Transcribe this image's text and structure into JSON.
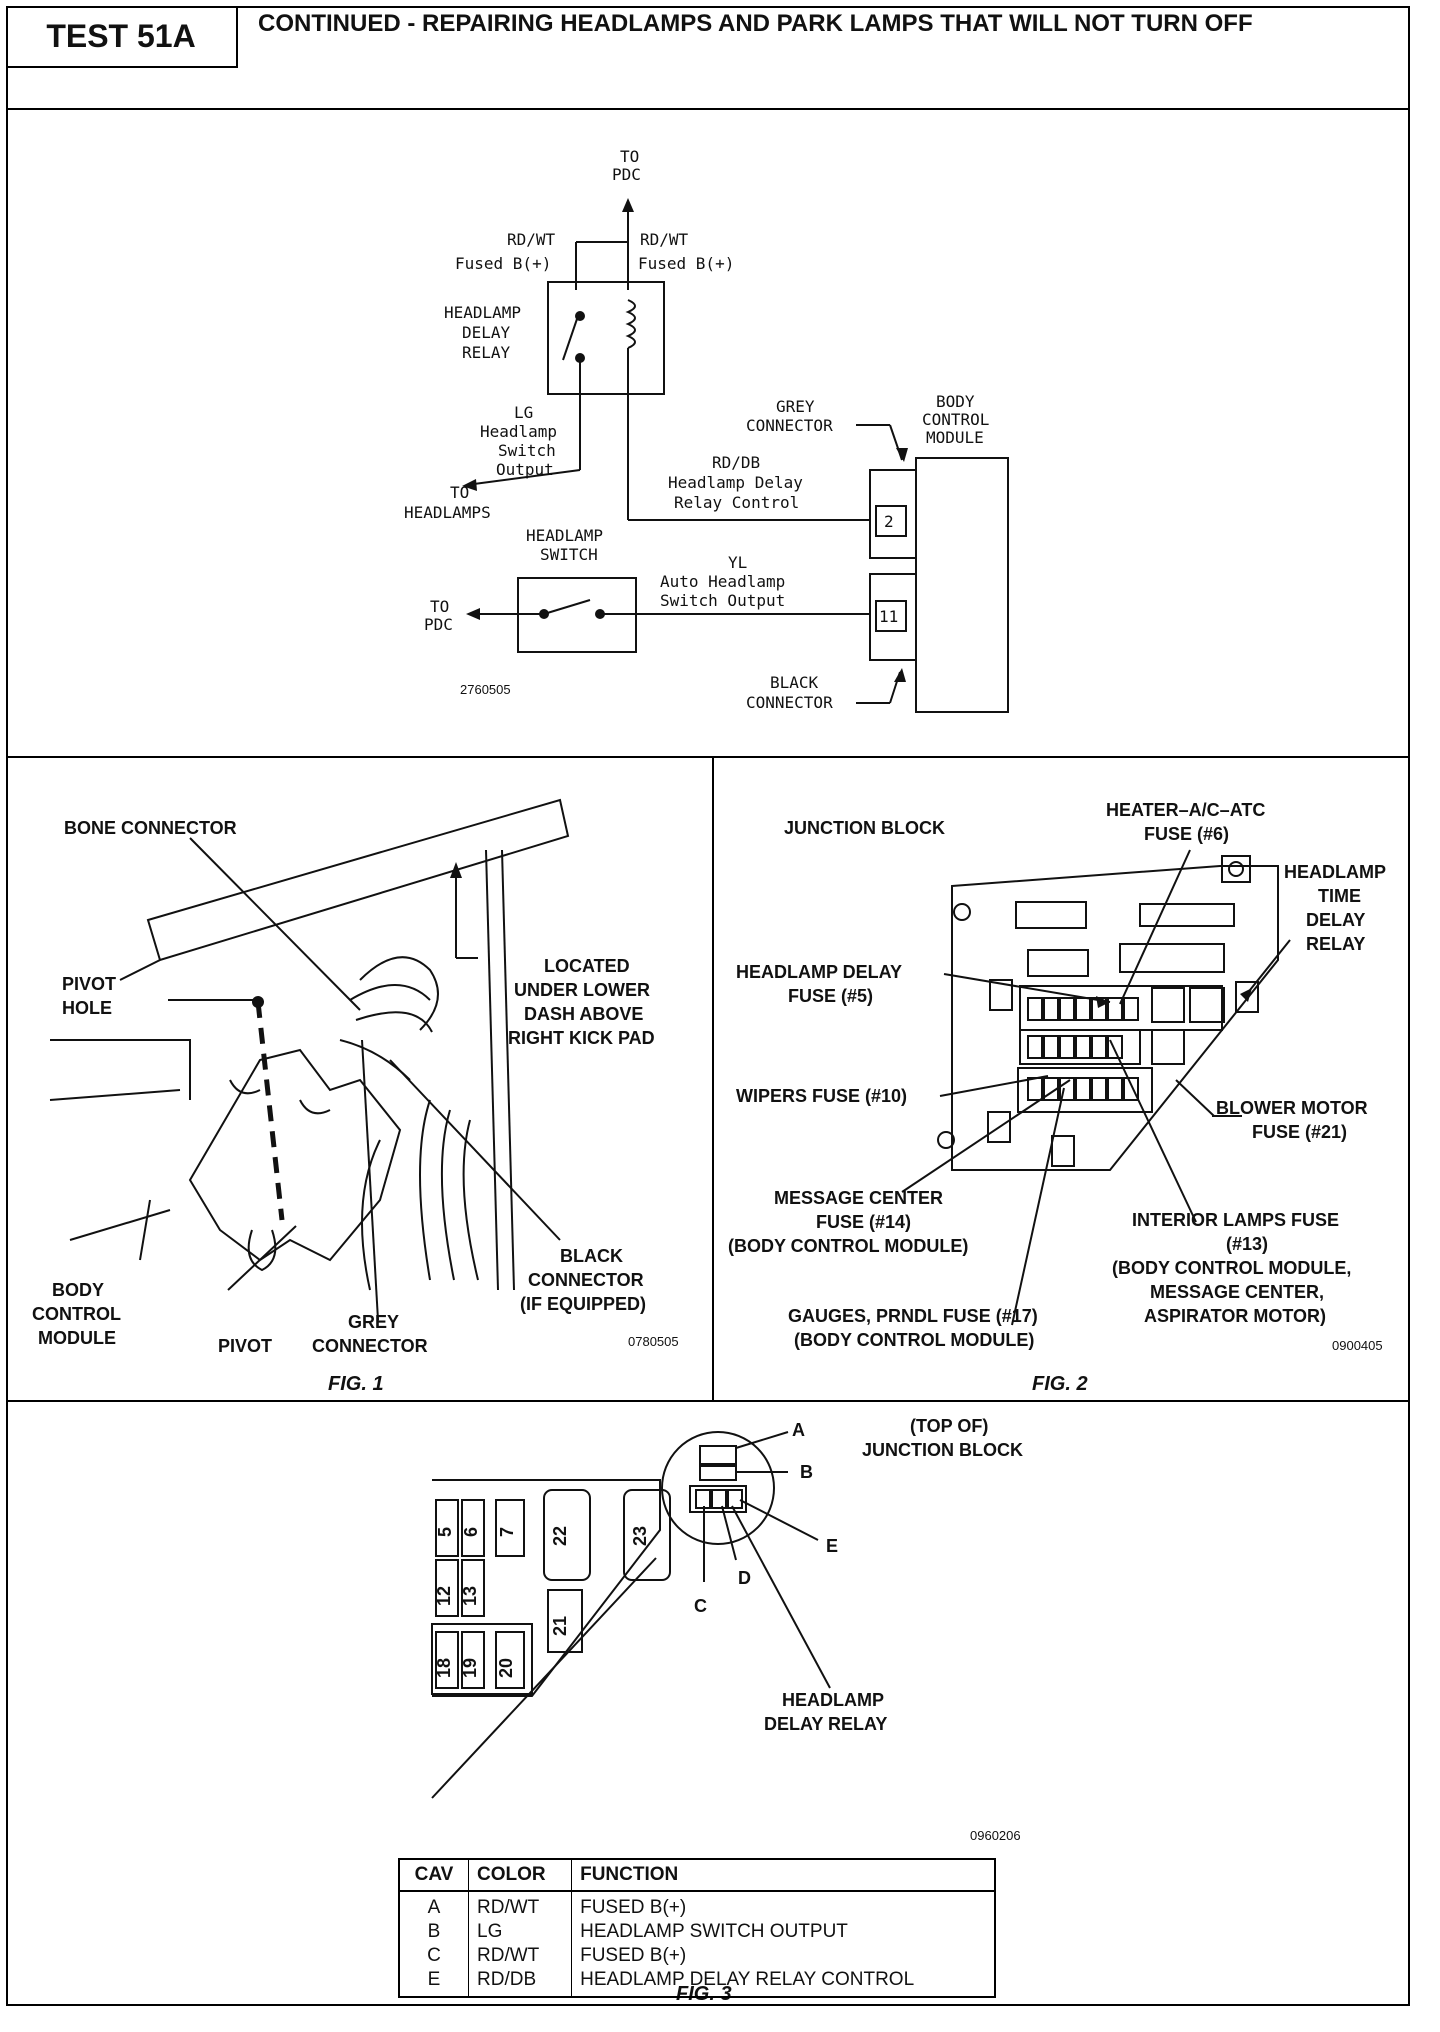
{
  "header": {
    "test_label": "TEST 51A",
    "title": "CONTINUED - REPAIRING HEADLAMPS AND PARK LAMPS THAT WILL NOT TURN OFF"
  },
  "schematic": {
    "to_pdc_top": [
      "TO",
      "PDC"
    ],
    "rd_wt_left": "RD/WT",
    "rd_wt_right": "RD/WT",
    "fused_left": "Fused B(+)",
    "fused_right": "Fused B(+)",
    "relay_label": [
      "HEADLAMP",
      "DELAY",
      "RELAY"
    ],
    "lg_label": [
      "LG",
      "Headlamp",
      "Switch",
      "Output"
    ],
    "to_headlamps": [
      "TO",
      "HEADLAMPS"
    ],
    "grey_connector": [
      "GREY",
      "CONNECTOR"
    ],
    "bcm_label": [
      "BODY",
      "CONTROL",
      "MODULE"
    ],
    "rd_db_label": [
      "RD/DB",
      "Headlamp Delay",
      "Relay Control"
    ],
    "pin_2": "2",
    "switch_label": [
      "HEADLAMP",
      "SWITCH"
    ],
    "yl_label": [
      "YL",
      "Auto Headlamp",
      "Switch Output"
    ],
    "pin_11": "11",
    "to_pdc_left": [
      "TO",
      "PDC"
    ],
    "black_connector": [
      "BLACK",
      "CONNECTOR"
    ],
    "code": "2760505"
  },
  "fig1": {
    "bone_connector": "BONE CONNECTOR",
    "pivot_hole": [
      "PIVOT",
      "HOLE"
    ],
    "located": [
      "LOCATED",
      "UNDER LOWER",
      "DASH ABOVE",
      "RIGHT KICK PAD"
    ],
    "black_connector": [
      "BLACK",
      "CONNECTOR",
      "(IF EQUIPPED)"
    ],
    "bcm": [
      "BODY",
      "CONTROL",
      "MODULE"
    ],
    "pivot": "PIVOT",
    "grey_connector": [
      "GREY",
      "CONNECTOR"
    ],
    "code": "0780505",
    "caption": "FIG. 1"
  },
  "fig2": {
    "junction_block": "JUNCTION BLOCK",
    "heater": [
      "HEATER–A/C–ATC",
      "FUSE (#6)"
    ],
    "time_delay": [
      "HEADLAMP",
      "TIME",
      "DELAY",
      "RELAY"
    ],
    "delay_fuse": [
      "HEADLAMP DELAY",
      "FUSE (#5)"
    ],
    "wipers": "WIPERS FUSE (#10)",
    "blower": [
      "BLOWER MOTOR",
      "FUSE (#21)"
    ],
    "message_center": [
      "MESSAGE CENTER",
      "FUSE (#14)",
      "(BODY CONTROL MODULE)"
    ],
    "interior": [
      "INTERIOR LAMPS FUSE",
      "(#13)",
      "(BODY CONTROL MODULE,",
      "MESSAGE CENTER,",
      "ASPIRATOR MOTOR)"
    ],
    "gauges": [
      "GAUGES, PRNDL FUSE (#17)",
      "(BODY CONTROL MODULE)"
    ],
    "code": "0900405",
    "caption": "FIG. 2"
  },
  "fig3": {
    "top_of": [
      "(TOP OF)",
      "JUNCTION BLOCK"
    ],
    "cav_letters": [
      "A",
      "B",
      "C",
      "D",
      "E"
    ],
    "fuses": [
      "5",
      "6",
      "7",
      "22",
      "23",
      "12",
      "13",
      "21",
      "18",
      "19",
      "20"
    ],
    "relay": [
      "HEADLAMP",
      "DELAY RELAY"
    ],
    "code": "0960206",
    "caption": "FIG. 3",
    "table": {
      "headers": [
        "CAV",
        "COLOR",
        "FUNCTION"
      ],
      "rows": [
        [
          "A",
          "RD/WT",
          "FUSED B(+)"
        ],
        [
          "B",
          "LG",
          "HEADLAMP SWITCH OUTPUT"
        ],
        [
          "C",
          "RD/WT",
          "FUSED B(+)"
        ],
        [
          "E",
          "RD/DB",
          "HEADLAMP DELAY RELAY CONTROL"
        ]
      ]
    }
  }
}
